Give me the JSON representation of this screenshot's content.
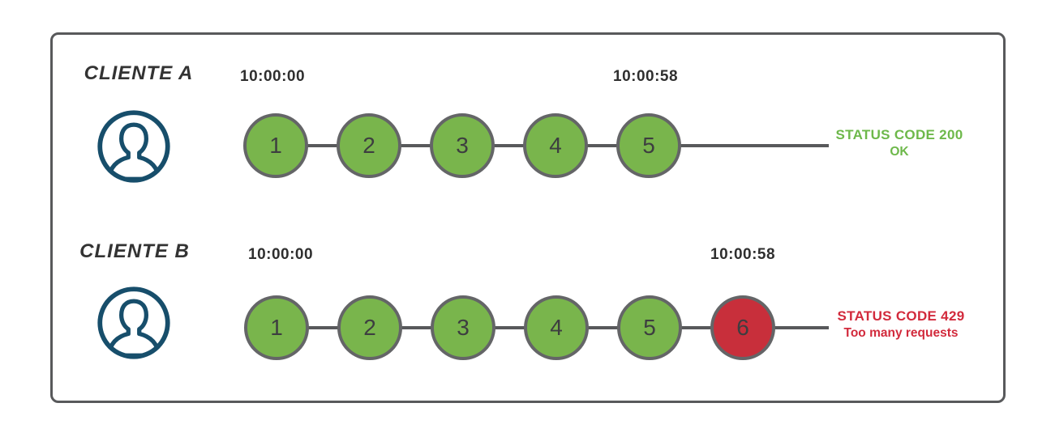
{
  "colors": {
    "success_green": "#79b54c",
    "error_red": "#c82f3b",
    "line_gray": "#58595b",
    "circle_ring_gray": "#646567",
    "icon_navy": "#174e6b",
    "label_dark": "#333333",
    "success_text_green": "#6db84a",
    "error_text_red": "#d22a3c"
  },
  "rows": [
    {
      "client_label": "CLIENTE A",
      "start_time": "10:00:00",
      "end_time": "10:00:58",
      "requests": [
        {
          "label": "1",
          "state": "ok"
        },
        {
          "label": "2",
          "state": "ok"
        },
        {
          "label": "3",
          "state": "ok"
        },
        {
          "label": "4",
          "state": "ok"
        },
        {
          "label": "5",
          "state": "ok"
        }
      ],
      "status": {
        "line1": "STATUS CODE 200",
        "line2": "OK",
        "state": "ok"
      }
    },
    {
      "client_label": "CLIENTE B",
      "start_time": "10:00:00",
      "end_time": "10:00:58",
      "requests": [
        {
          "label": "1",
          "state": "ok"
        },
        {
          "label": "2",
          "state": "ok"
        },
        {
          "label": "3",
          "state": "ok"
        },
        {
          "label": "4",
          "state": "ok"
        },
        {
          "label": "5",
          "state": "ok"
        },
        {
          "label": "6",
          "state": "error"
        }
      ],
      "status": {
        "line1": "STATUS CODE 429",
        "line2": "Too many requests",
        "state": "error"
      }
    }
  ]
}
